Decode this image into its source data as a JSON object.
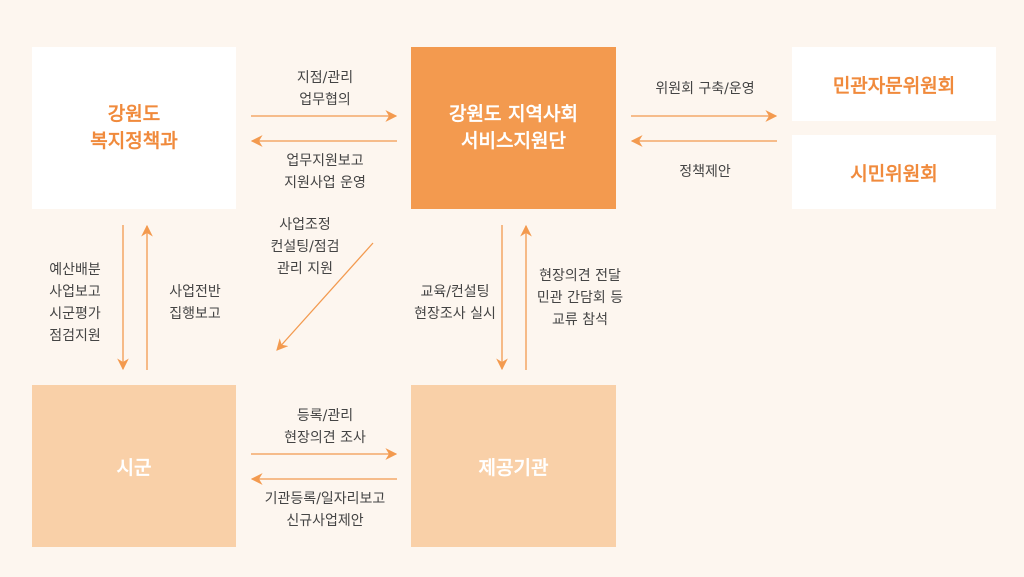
{
  "nodes": {
    "gangwon": "강원도\n복지정책과",
    "center": "강원도 지역사회\n서비스지원단",
    "civil": "민관자문위원회",
    "citizen": "시민위원회",
    "sigun": "시군",
    "provider": "제공기관"
  },
  "edges": {
    "gangwon_to_center": "지점/관리\n업무협의",
    "center_to_gangwon": "업무지원보고\n지원사업 운영",
    "center_to_civil": "위원회 구축/운영",
    "citizen_to_center": "정책제안",
    "gangwon_to_sigun": "예산배분\n사업보고\n시군평가\n점검지원",
    "sigun_to_gangwon": "사업전반\n집행보고",
    "center_to_sigun": "사업조정\n컨설팅/점검\n관리 지원",
    "center_to_provider": "교육/컨설팅\n현장조사 실시",
    "provider_to_center": "현장의견 전달\n민관 간담회 등\n교류 참석",
    "sigun_to_provider": "등록/관리\n현장의견 조사",
    "provider_to_sigun": "기관등록/일자리보고\n신규사업제안"
  },
  "colors": {
    "background": "#fdf6ef",
    "accent": "#f39a4f",
    "light": "#f9d0a8",
    "arrow": "#f39a4f"
  }
}
